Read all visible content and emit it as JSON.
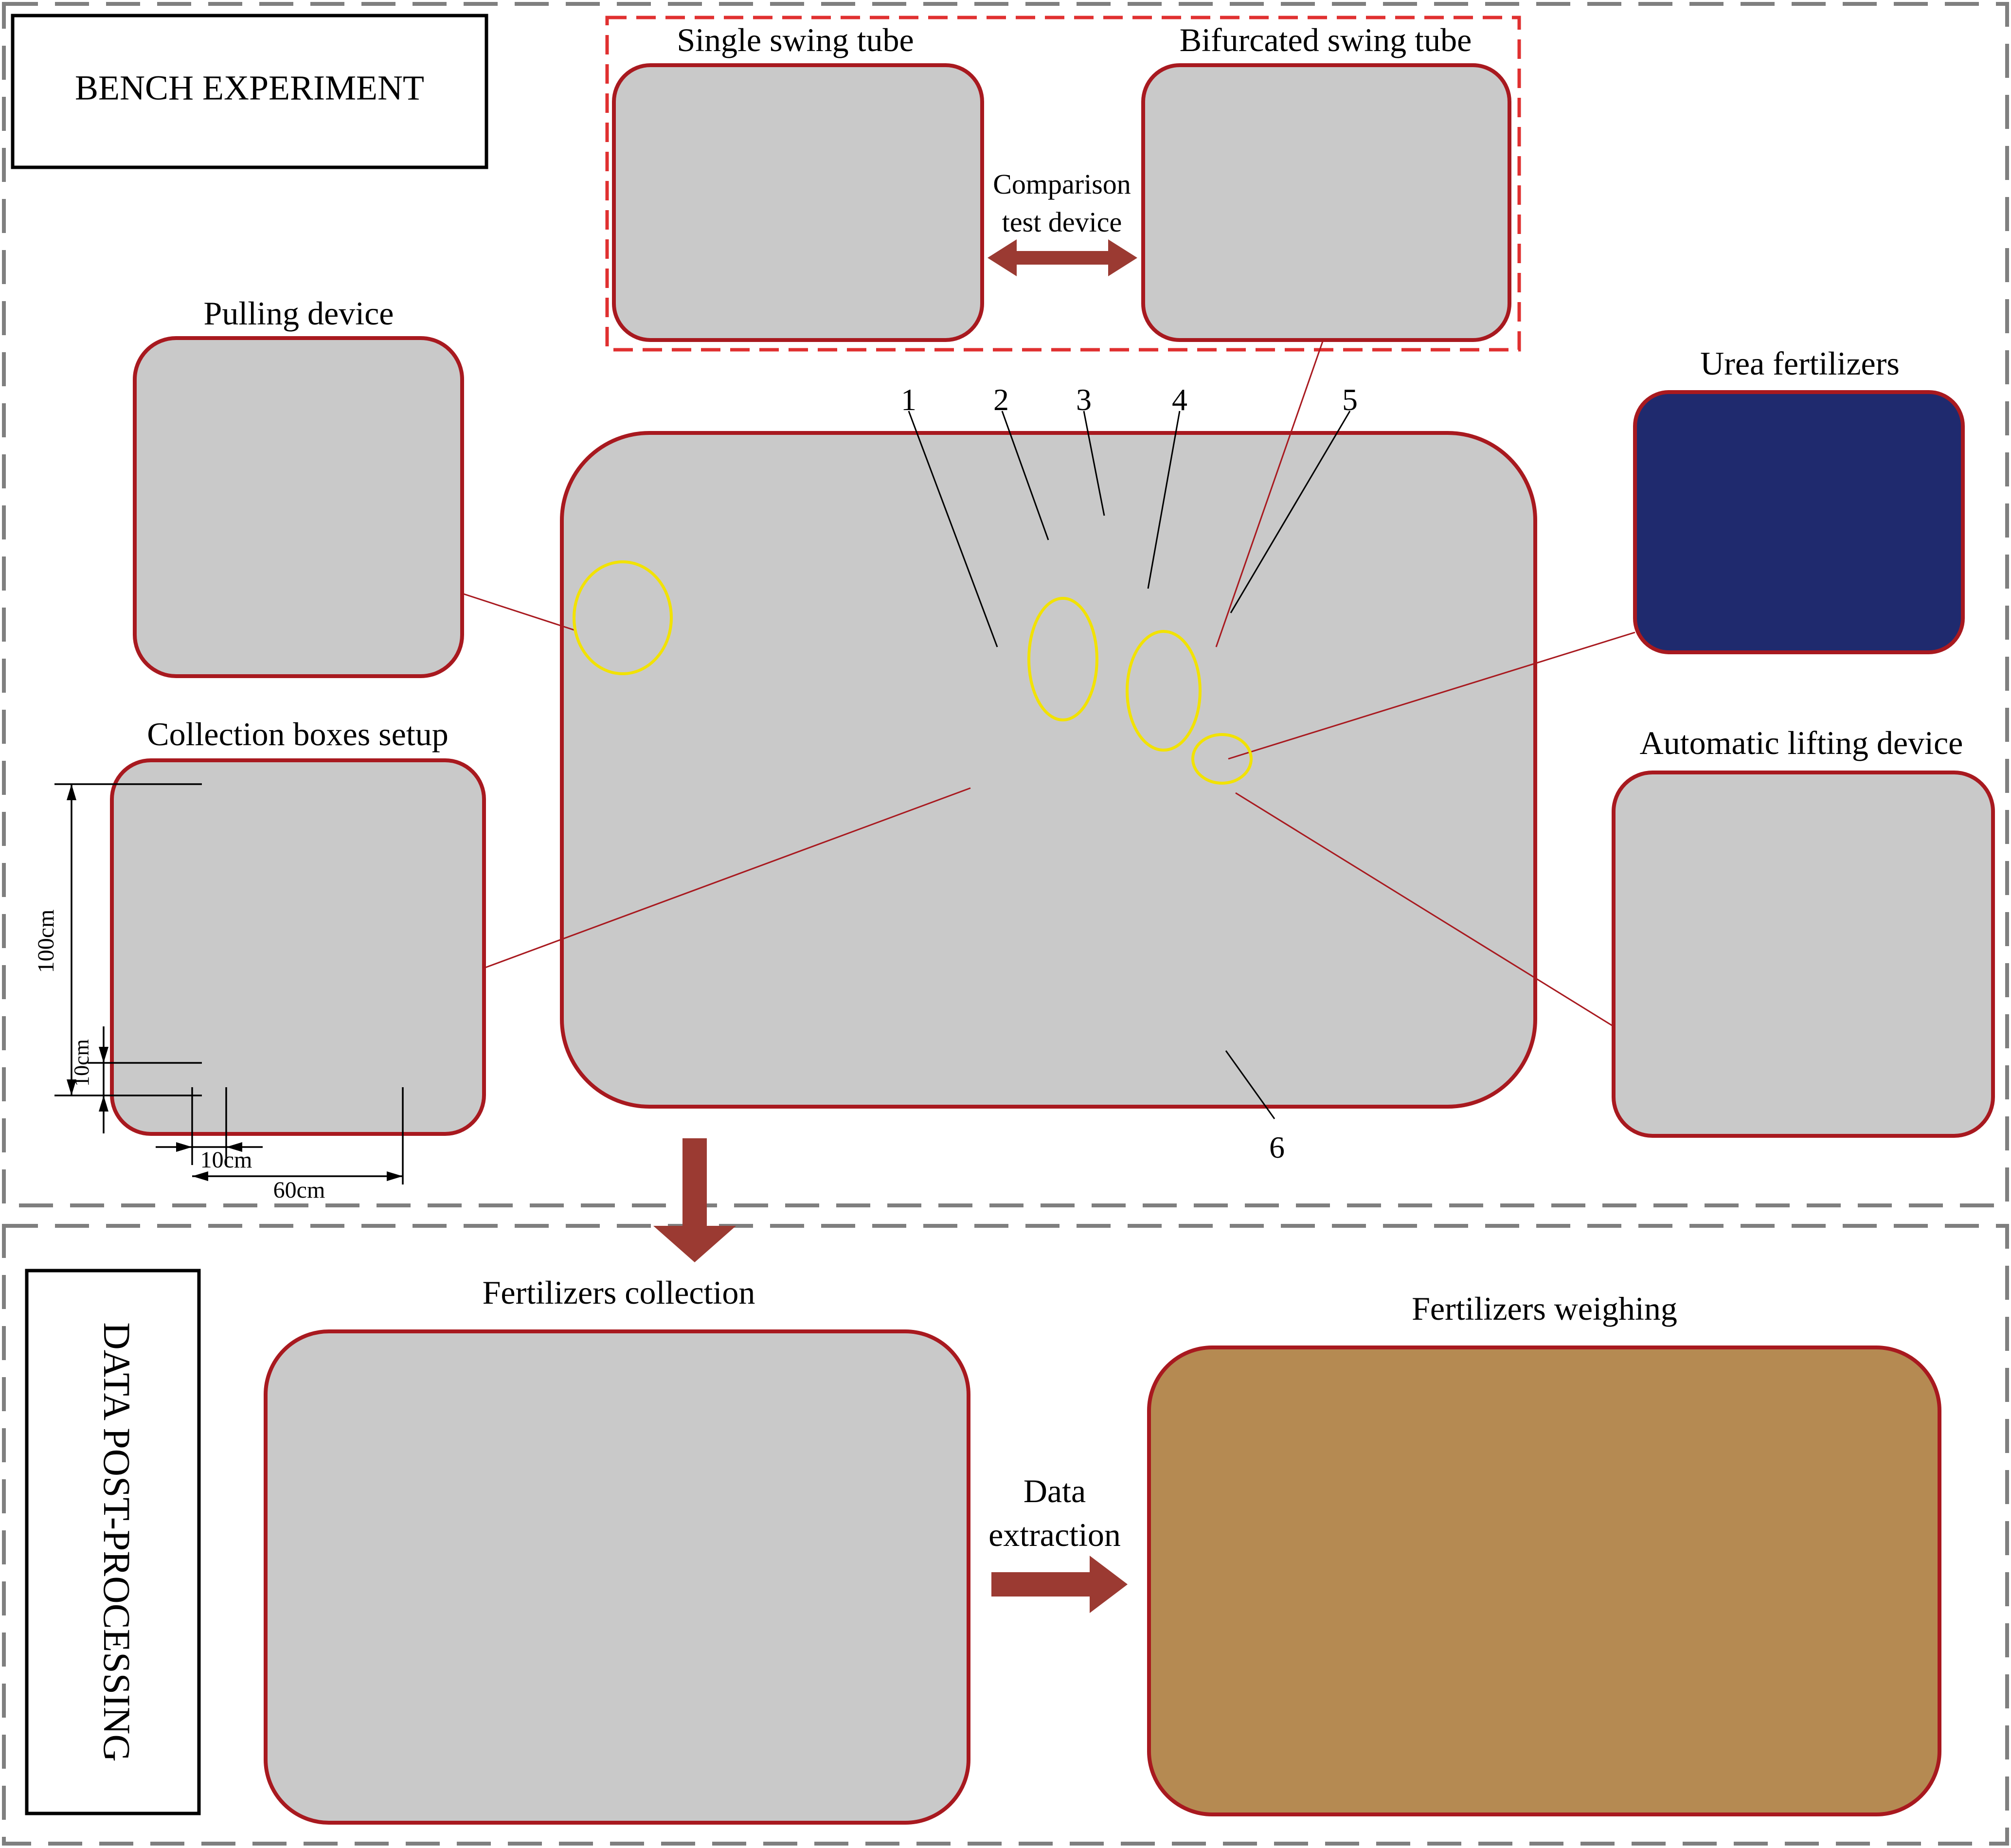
{
  "sections": {
    "bench": {
      "title": "BENCH EXPERIMENT"
    },
    "post": {
      "title": "DATA POST-PROCESSING"
    }
  },
  "panels": {
    "single_tube": {
      "caption": "Single swing tube"
    },
    "bifurcated_tube": {
      "caption": "Bifurcated swing tube"
    },
    "comparison": {
      "line1": "Comparison",
      "line2": "test device"
    },
    "pulling": {
      "caption": "Pulling device"
    },
    "urea": {
      "caption": "Urea fertilizers"
    },
    "collection_setup": {
      "caption": "Collection boxes setup"
    },
    "lifting": {
      "caption": "Automatic lifting device"
    },
    "collection": {
      "caption": "Fertilizers collection"
    },
    "weighing": {
      "caption": "Fertilizers weighing"
    },
    "data_extraction": {
      "line1": "Data",
      "line2": "extraction"
    }
  },
  "dimensions": {
    "height": "100cm",
    "row": "10cm",
    "col": "10cm",
    "width": "60cm"
  },
  "callouts": [
    "1",
    "2",
    "3",
    "4",
    "5",
    "6"
  ],
  "colors": {
    "frame_red": "#a8191f",
    "dashed_red": "#e03030",
    "section_dash": "#7f7f7f",
    "arrow": "#9b3a32",
    "photo_placeholder": "#c9c9c9"
  }
}
